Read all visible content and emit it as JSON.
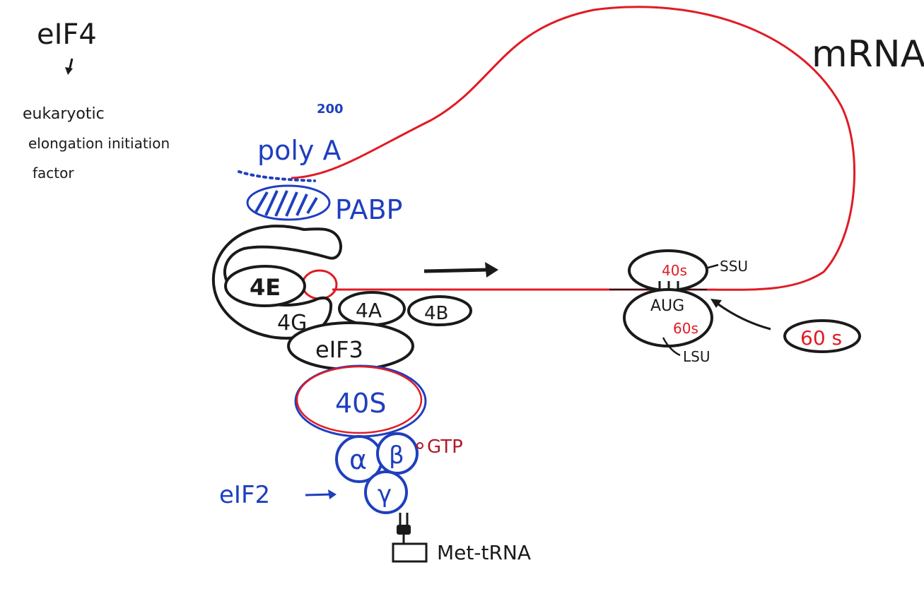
{
  "title_block": {
    "heading": "eIF4",
    "lines": [
      "eukaryotic",
      "elongation initiation",
      "factor"
    ]
  },
  "mrna_label": "mRNA",
  "poly_a": {
    "count": "200",
    "label": "poly A"
  },
  "pabp_label": "PABP",
  "factors": {
    "e4": "4E",
    "g4": "4G",
    "a4": "4A",
    "b4": "4B",
    "eif3": "eIF3",
    "s40": "40S"
  },
  "eif2": {
    "label": "eIF2",
    "alpha": "α",
    "beta": "β",
    "gamma": "γ",
    "gtp": "GTP"
  },
  "met_trna": "Met-tRNA",
  "ribosome": {
    "ssu_value": "40s",
    "ssu_label": "SSU",
    "codon": "AUG",
    "lsu_value": "60s",
    "lsu_label": "LSU",
    "free_60s": "60 s"
  },
  "colors": {
    "ink_black": "#1a1a1a",
    "ink_blue": "#1f3fbf",
    "ink_red": "#e01b24",
    "ink_darkred": "#b0182a"
  }
}
